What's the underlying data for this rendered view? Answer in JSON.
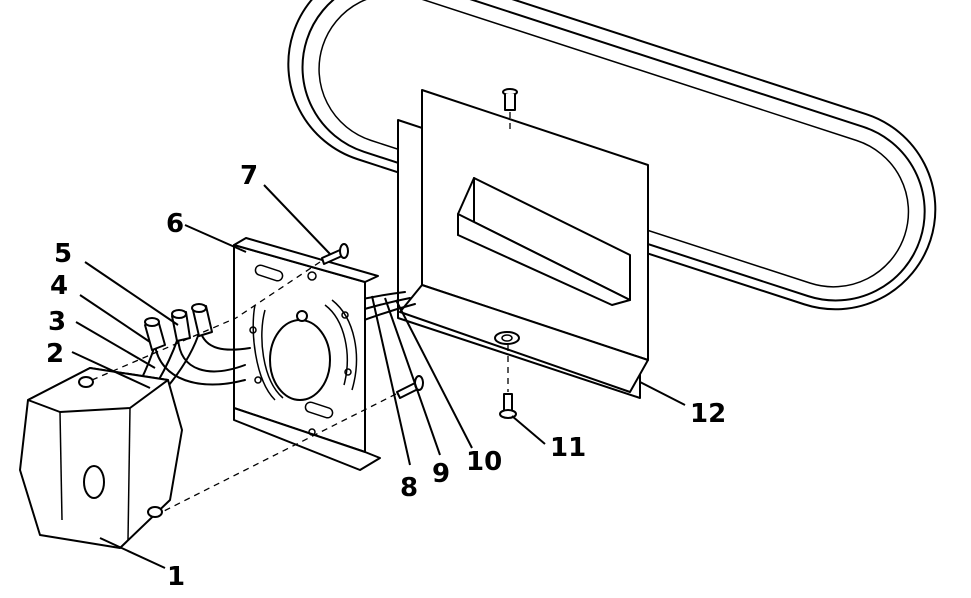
{
  "callouts": [
    {
      "id": "1",
      "label": "1"
    },
    {
      "id": "2",
      "label": "2"
    },
    {
      "id": "3",
      "label": "3"
    },
    {
      "id": "4",
      "label": "4"
    },
    {
      "id": "5",
      "label": "5"
    },
    {
      "id": "6",
      "label": "6"
    },
    {
      "id": "7",
      "label": "7"
    },
    {
      "id": "8",
      "label": "8"
    },
    {
      "id": "9",
      "label": "9"
    },
    {
      "id": "10",
      "label": "10"
    },
    {
      "id": "11",
      "label": "11"
    },
    {
      "id": "12",
      "label": "12"
    }
  ],
  "colors": {
    "line": "#000000",
    "fill": "#ffffff"
  }
}
